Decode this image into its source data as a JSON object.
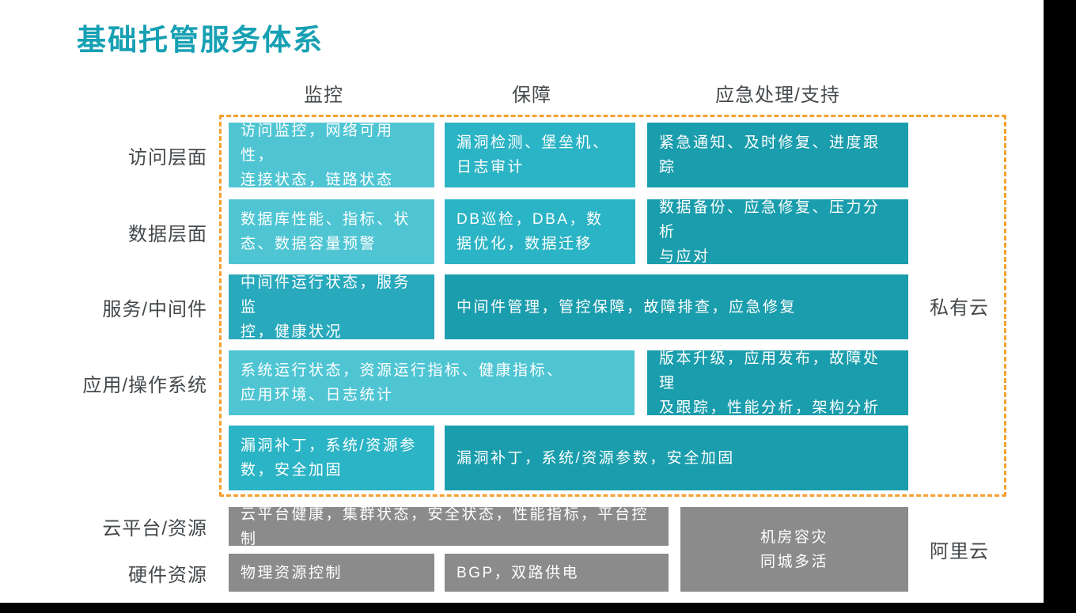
{
  "title": "基础托管服务体系",
  "column_headers": [
    {
      "label": "监控"
    },
    {
      "label": "保障"
    },
    {
      "label": "应急处理/支持"
    }
  ],
  "right_labels": {
    "private_cloud": "私有云",
    "ali_cloud": "阿里云"
  },
  "matrix": {
    "rows": [
      {
        "label": "访问层面",
        "cells": [
          {
            "text": "访问监控，网络可用性，\n连接状态，链路状态"
          },
          {
            "text": "漏洞检测、堡垒机、\n日志审计"
          },
          {
            "text": "紧急通知、及时修复、进度跟踪"
          }
        ]
      },
      {
        "label": "数据层面",
        "cells": [
          {
            "text": "数据库性能、指标、状\n态、数据容量预警"
          },
          {
            "text": "DB巡检，DBA，数\n据优化，数据迁移"
          },
          {
            "text": "数据备份、应急修复、压力分析\n与应对"
          }
        ]
      },
      {
        "label": "服务/中间件",
        "cells": [
          {
            "text": "中间件运行状态，服务监\n控，健康状况"
          },
          {
            "text": "中间件管理，管控保障，故障排查，应急修复"
          }
        ]
      },
      {
        "label": "应用/操作系统",
        "cells": [
          {
            "text": "系统运行状态，资源运行指标、健康指标、\n应用环境、日志统计"
          },
          {
            "text": "版本升级，应用发布，故障处理\n及跟踪，性能分析，架构分析"
          }
        ]
      },
      {
        "label": "",
        "cells": [
          {
            "text": "漏洞补丁，系统/资源参\n数，安全加固"
          },
          {
            "text": "漏洞补丁，系统/资源参数，安全加固"
          }
        ]
      }
    ]
  },
  "bottom_section": {
    "rows": [
      {
        "label": "云平台/资源",
        "cells": [
          {
            "text": "云平台健康，集群状态，安全状态，性能指标，平台控制"
          }
        ]
      },
      {
        "label": "硬件资源",
        "cells": [
          {
            "text": "物理资源控制"
          },
          {
            "text": "BGP，双路供电"
          }
        ]
      }
    ],
    "disaster_recovery": {
      "text": "机房容灾\n同城多活"
    }
  },
  "colors": {
    "title_text": "#16a0b3",
    "label_text": "#45494c",
    "box_text": "#ffffff",
    "teal_light": "#4fc5d3",
    "teal_medium": "#2bb4c5",
    "teal_medium_dark": "#29a9bc",
    "teal_dark": "#1a9dac",
    "gray_box": "#8b8b8b",
    "dashed_border": "#f5a12d",
    "letterbox": "#000000"
  }
}
